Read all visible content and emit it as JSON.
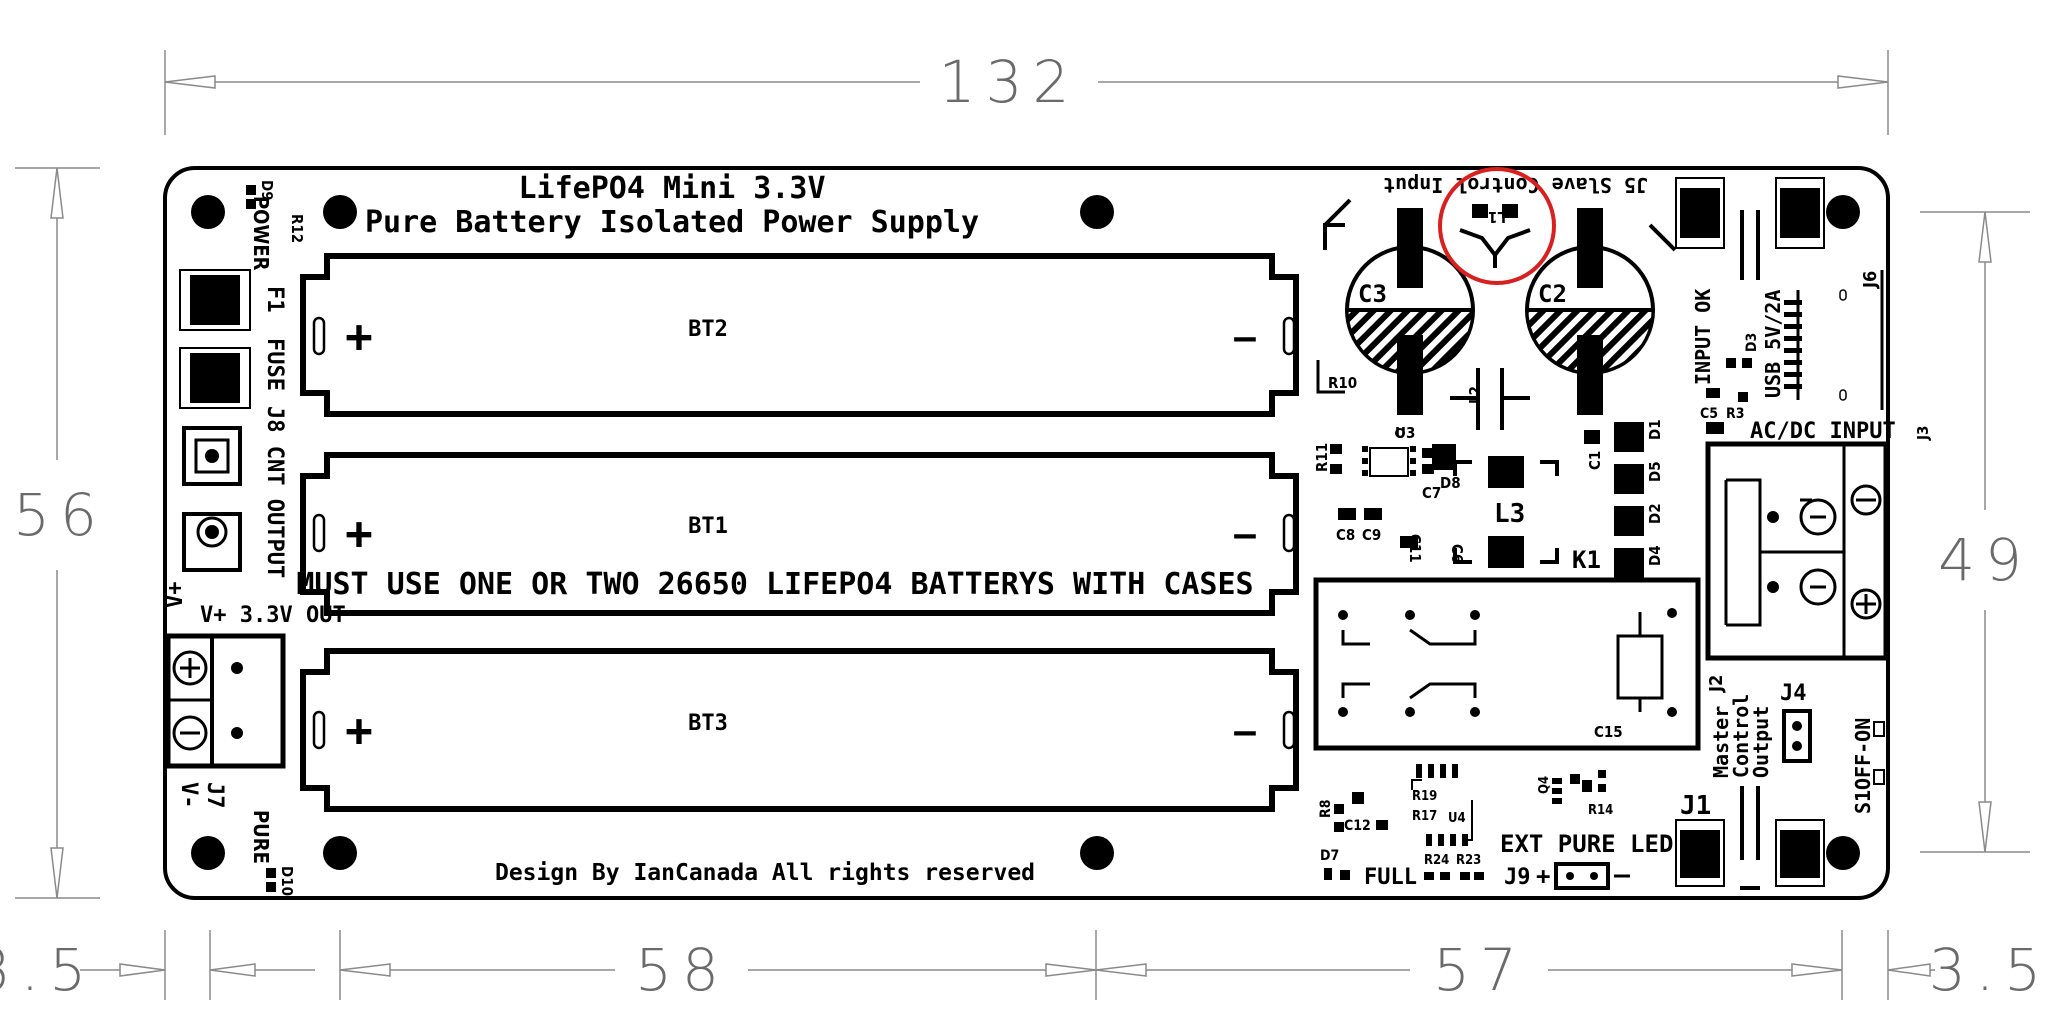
{
  "board": {
    "title_line1": "LifePO4 Mini 3.3V",
    "title_line2": "Pure Battery Isolated Power Supply",
    "warning": "MUST USE ONE OR TWO 26650 LIFEPO4 BATTERYS WITH CASES",
    "credit": "Design By IanCanada  All rights reserved",
    "batteries": [
      "BT2",
      "BT1",
      "BT3"
    ],
    "plus": "+",
    "minus": "—"
  },
  "dimensions": {
    "top": "132",
    "left": "56",
    "right": "49",
    "bottom_left_margin": "3.5",
    "bottom_mid_left": "58",
    "bottom_mid_right": "57",
    "bottom_right_margin": "3.5"
  },
  "labels": {
    "d9": "D9",
    "power": "POWER",
    "r12": "R12",
    "f1": "F1",
    "fuse": "FUSE",
    "j8_cnt_output": "J8 CNT OUTPUT",
    "v_plus_out": "V+ 3.3V OUT",
    "v_minus": "V-",
    "j7": "J7",
    "pure": "PURE",
    "d10": "D10",
    "j5": "J5 Slave Control Input",
    "l1": "L1",
    "c3": "C3",
    "c2": "C2",
    "r10": "R10",
    "l2": "L2",
    "u3": "U3",
    "r11": "R11",
    "c7": "C7",
    "d8": "D8",
    "c8": "C8",
    "c9": "C9",
    "c11": "C11",
    "c6": "C6",
    "l3": "L3",
    "k1": "K1",
    "c1": "C1",
    "d1": "D1",
    "d5": "D5",
    "d2": "D2",
    "d4": "D4",
    "input_ok": "INPUT OK",
    "d3": "D3",
    "usb": "USB 5V/2A",
    "j6": "J6",
    "c5": "C5",
    "r3": "R3",
    "acdc": "AC/DC INPUT",
    "j3": "J3",
    "j2": "J2",
    "master": "Master",
    "control": "Control",
    "output": "Output",
    "j4": "J4",
    "off_on": "OFF-ON",
    "s1": "S1",
    "c15": "C15",
    "r8": "R8",
    "c12": "C12",
    "d7": "D7",
    "full": "FULL",
    "r19": "R19",
    "r17": "R17",
    "u4": "U4",
    "r24": "R24",
    "r23": "R23",
    "q4": "Q4",
    "r14": "R14",
    "ext_pure_led": "EXT PURE LED",
    "j9": "J9",
    "j1": "J1"
  },
  "colors": {
    "highlight_circle": "#d82020",
    "silkscreen": "#000000",
    "dimension_line": "#8a8a8a"
  }
}
